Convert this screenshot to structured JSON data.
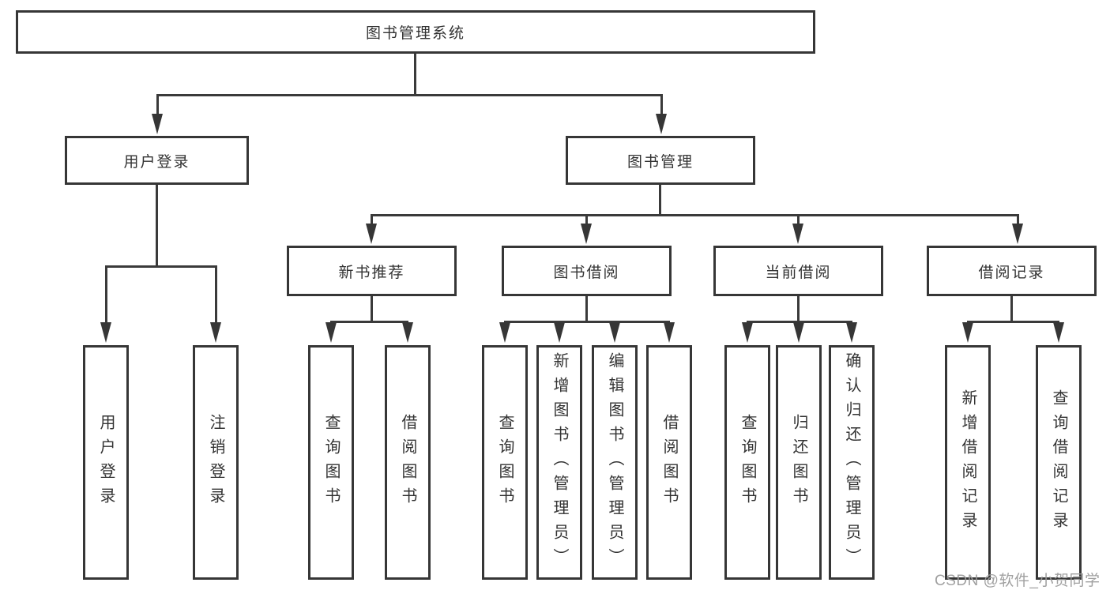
{
  "tree": {
    "root": {
      "label": "图书管理系统"
    },
    "children": [
      {
        "label": "用户登录",
        "children": [
          {
            "label": "用户登录"
          },
          {
            "label": "注销登录"
          }
        ]
      },
      {
        "label": "图书管理",
        "children": [
          {
            "label": "新书推荐",
            "children": [
              {
                "label": "查询图书"
              },
              {
                "label": "借阅图书"
              }
            ]
          },
          {
            "label": "图书借阅",
            "children": [
              {
                "label": "查询图书"
              },
              {
                "label": "新增图书（管理员）"
              },
              {
                "label": "编辑图书（管理员）"
              },
              {
                "label": "借阅图书"
              }
            ]
          },
          {
            "label": "当前借阅",
            "children": [
              {
                "label": "查询图书"
              },
              {
                "label": "归还图书"
              },
              {
                "label": "确认归还（管理员）"
              }
            ]
          },
          {
            "label": "借阅记录",
            "children": [
              {
                "label": "新增借阅记录"
              },
              {
                "label": "查询借阅记录"
              }
            ]
          }
        ]
      }
    ]
  },
  "watermark": {
    "text": "CSDN @软件_小贺同学"
  },
  "colors": {
    "line": "#363636",
    "text": "#333333",
    "watermark": "#9b9b9b",
    "background": "#ffffff"
  }
}
